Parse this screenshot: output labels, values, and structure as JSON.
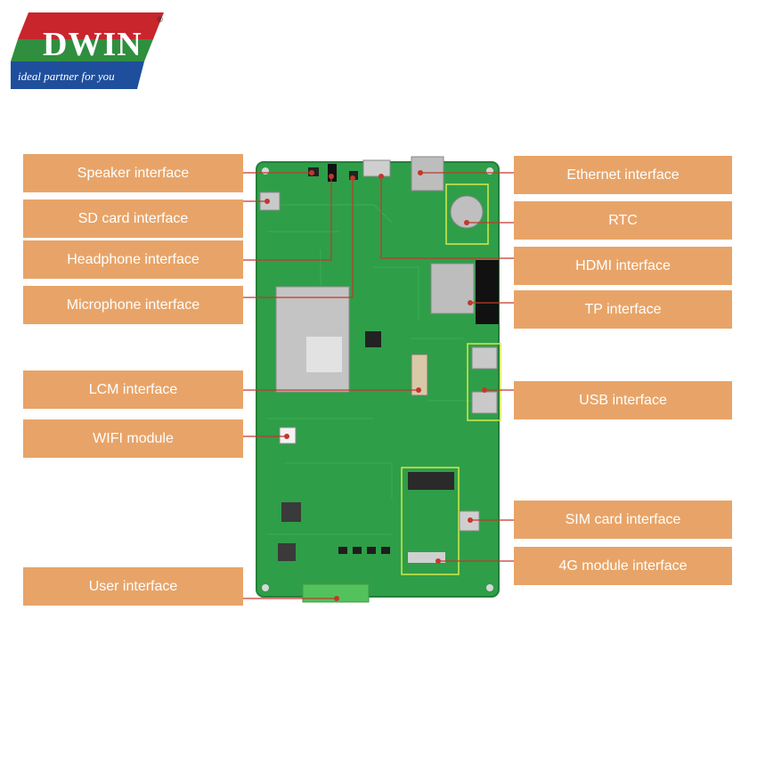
{
  "logo": {
    "brand": "DWIN",
    "registered": "®",
    "tagline": "ideal partner for you"
  },
  "labels": {
    "left": [
      "Speaker interface",
      "SD card interface",
      "Headphone interface",
      "Microphone interface",
      "LCM interface",
      "WIFI module",
      "User interface"
    ],
    "right": [
      "Ethernet interface",
      "RTC",
      "HDMI interface",
      "TP interface",
      "USB interface",
      "SIM card interface",
      "4G module interface"
    ]
  },
  "colors": {
    "label_bg": "#e8a468",
    "board_green": "#2f9e48",
    "leader_line": "#c0392b",
    "highlight": "#d4e84a"
  }
}
